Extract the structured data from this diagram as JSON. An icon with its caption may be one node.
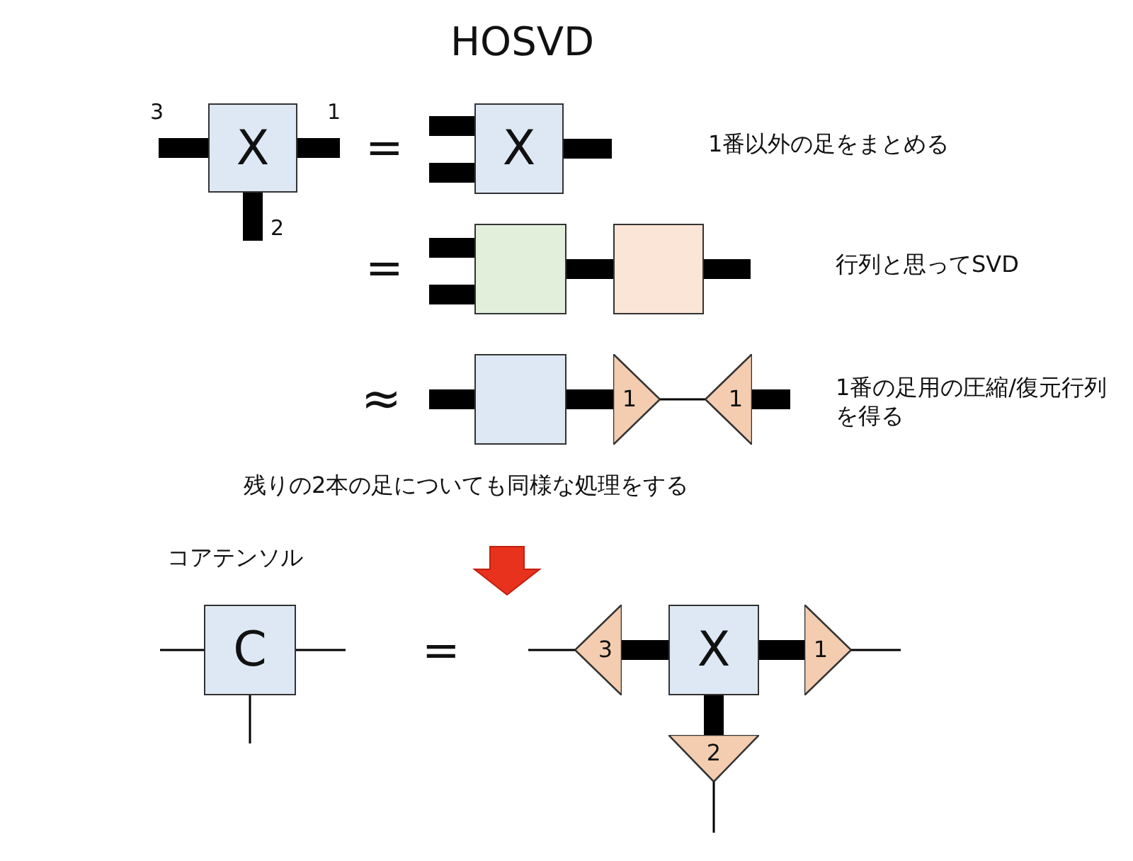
{
  "diagram": {
    "title": "HOSVD",
    "nodes": [
      {
        "text": [
          "X"
        ]
      },
      {
        "text": [
          "X"
        ]
      },
      {
        "text": [],
        "shape": "box"
      },
      {
        "text": [],
        "shape": "box"
      },
      {
        "text": [],
        "shape": "box"
      },
      {
        "text": [
          "1"
        ]
      },
      {
        "text": [
          "1"
        ]
      },
      {
        "text": [
          "C"
        ]
      },
      {
        "text": [
          "3"
        ]
      },
      {
        "text": [
          "X"
        ]
      },
      {
        "text": [
          "1"
        ]
      },
      {
        "text": [
          "2"
        ]
      }
    ],
    "edges": [
      {
        "from": null,
        "to": 0,
        "arrow": "none"
      },
      {
        "from": 0,
        "to": null,
        "arrow": "none"
      },
      {
        "from": 0,
        "to": null,
        "arrow": "none"
      },
      {
        "from": null,
        "to": 1,
        "arrow": "none"
      },
      {
        "from": null,
        "to": 1,
        "arrow": "none"
      },
      {
        "from": 1,
        "to": null,
        "arrow": "none"
      },
      {
        "from": null,
        "to": 2,
        "arrow": "none"
      },
      {
        "from": null,
        "to": 2,
        "arrow": "none"
      },
      {
        "from": 2,
        "to": 3,
        "arrow": "none"
      },
      {
        "from": 3,
        "to": null,
        "arrow": "none"
      },
      {
        "from": null,
        "to": 4,
        "arrow": "none"
      },
      {
        "from": 4,
        "to": 5,
        "arrow": "none"
      },
      {
        "from": 5,
        "to": 6,
        "arrow": "none"
      },
      {
        "from": 6,
        "to": null,
        "arrow": "none"
      },
      {
        "from": null,
        "to": 7,
        "arrow": "none"
      },
      {
        "from": 7,
        "to": null,
        "arrow": "none"
      },
      {
        "from": 7,
        "to": null,
        "arrow": "none"
      },
      {
        "from": null,
        "to": 8,
        "arrow": "none"
      },
      {
        "from": 8,
        "to": 9,
        "arrow": "none"
      },
      {
        "from": 9,
        "to": 10,
        "arrow": "none"
      },
      {
        "from": 10,
        "to": null,
        "arrow": "none"
      },
      {
        "from": 9,
        "to": 11,
        "arrow": "none"
      },
      {
        "from": 11,
        "to": null,
        "arrow": "none"
      }
    ],
    "labels": [
      "3",
      "1",
      "=",
      "1番以外の足をまとめる",
      "2",
      "=",
      "行列と思ってSVD",
      "≈",
      "1番の足用の圧縮/復元行列を得る",
      "残りの2本の足についても同様な処理をする",
      "コアテンソル",
      "="
    ]
  }
}
